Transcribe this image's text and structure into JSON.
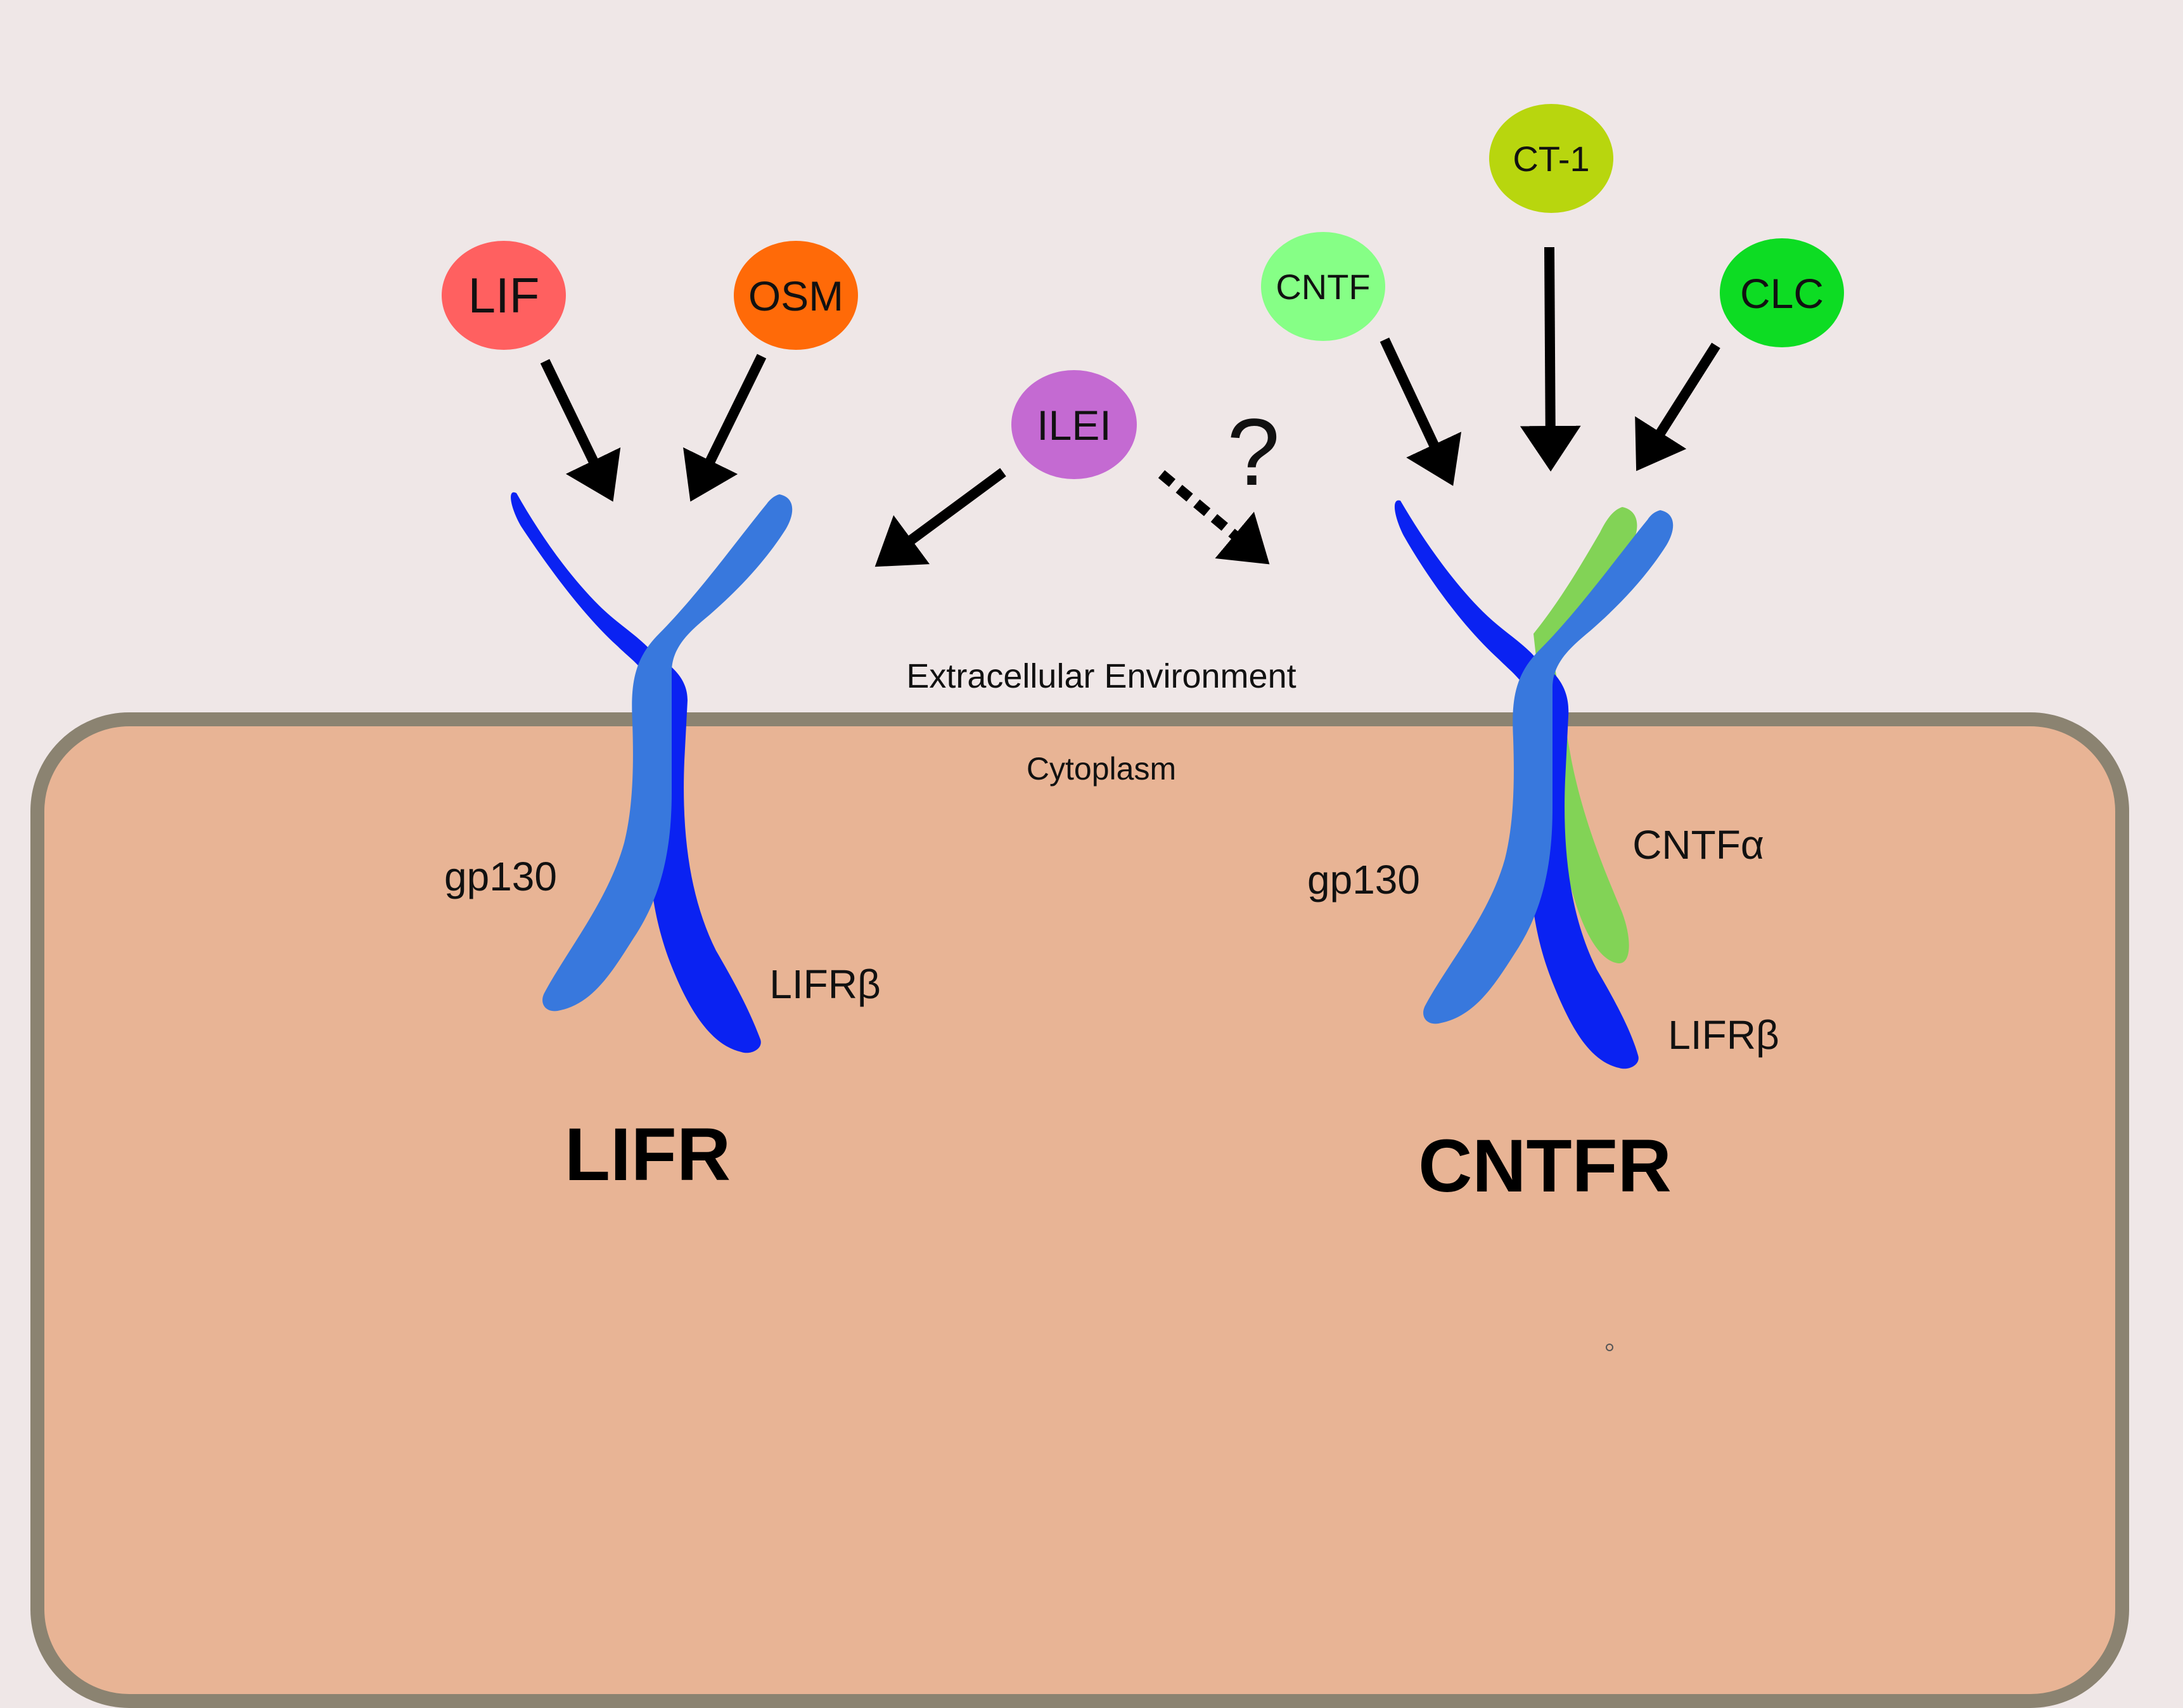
{
  "environment": {
    "extracellular": "Extracellular Environment",
    "cytoplasm": "Cytoplasm",
    "question": "?"
  },
  "ligands": {
    "lif": {
      "label": "LIF",
      "color": "#ff6060"
    },
    "osm": {
      "label": "OSM",
      "color": "#ff6a08"
    },
    "ilei": {
      "label": "ILEI",
      "color": "#c46ad2"
    },
    "cntf": {
      "label": "CNTF",
      "color": "#86ff86"
    },
    "ct1": {
      "label": "CT-1",
      "color": "#b8d60e"
    },
    "clc": {
      "label": "CLC",
      "color": "#0ddc23"
    }
  },
  "receptors": {
    "lifr": {
      "title": "LIFR",
      "gp130": "gp130",
      "lifrb": "LIFRβ"
    },
    "cntfr": {
      "title": "CNTFR",
      "gp130": "gp130",
      "lifrb": "LIFRβ",
      "cntfa": "CNTFα"
    }
  },
  "colors": {
    "background": "#efe7e7",
    "cell_fill": "#e8b495",
    "membrane": "#8b8371",
    "gp130": "#3878dd",
    "lifrb": "#0a22f2",
    "cntfa": "#82d356",
    "arrow": "#000000"
  }
}
